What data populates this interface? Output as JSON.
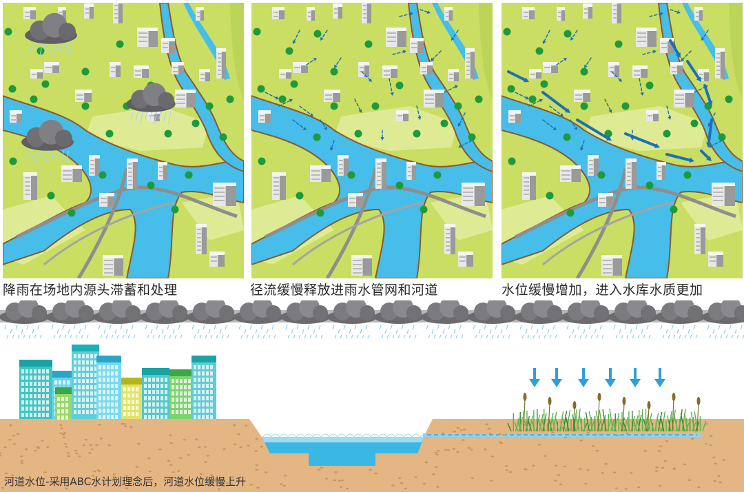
{
  "panels": [
    {
      "caption": "降雨在场地内源头滞蓄和处理"
    },
    {
      "caption": "径流缓慢释放进雨水管网和河道"
    },
    {
      "caption": "水位缓慢增加，进入水库水质更加"
    }
  ],
  "bottom_caption": "河道水位-采用ABC水计划理念后，河道水位缓慢上升",
  "colors": {
    "land": "#c9de63",
    "land_light": "#dfeb94",
    "river": "#47bde9",
    "bank": "#8b5a2b",
    "tree": "#1e9a3c",
    "arrow": "#1f6fb6",
    "soil": "#e3b684",
    "water": "#3ab8e3",
    "cloud": "#6f6f73"
  }
}
